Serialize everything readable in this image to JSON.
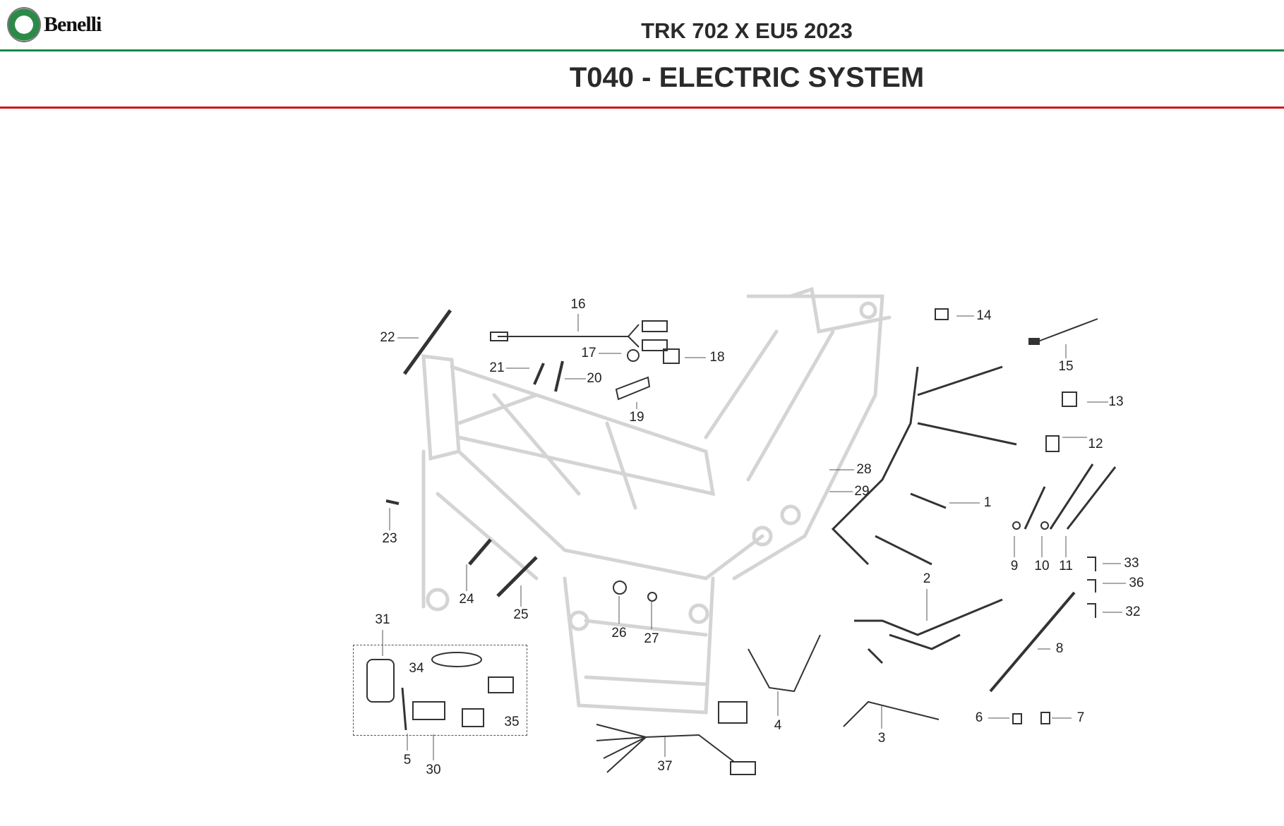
{
  "brand": {
    "logo_text": "Benelli",
    "badge_text": "Benelli"
  },
  "header": {
    "model": "TRK 702 X EU5 2023",
    "section_title": "T040 - ELECTRIC SYSTEM"
  },
  "callouts": [
    "1",
    "2",
    "3",
    "4",
    "5",
    "6",
    "7",
    "8",
    "9",
    "10",
    "11",
    "12",
    "13",
    "14",
    "15",
    "16",
    "17",
    "18",
    "19",
    "20",
    "21",
    "22",
    "23",
    "24",
    "25",
    "26",
    "27",
    "28",
    "29",
    "30",
    "31",
    "32",
    "33",
    "34",
    "35",
    "36",
    "37"
  ],
  "colors": {
    "green_rule": "#158a4c",
    "red_rule": "#d0171b"
  }
}
